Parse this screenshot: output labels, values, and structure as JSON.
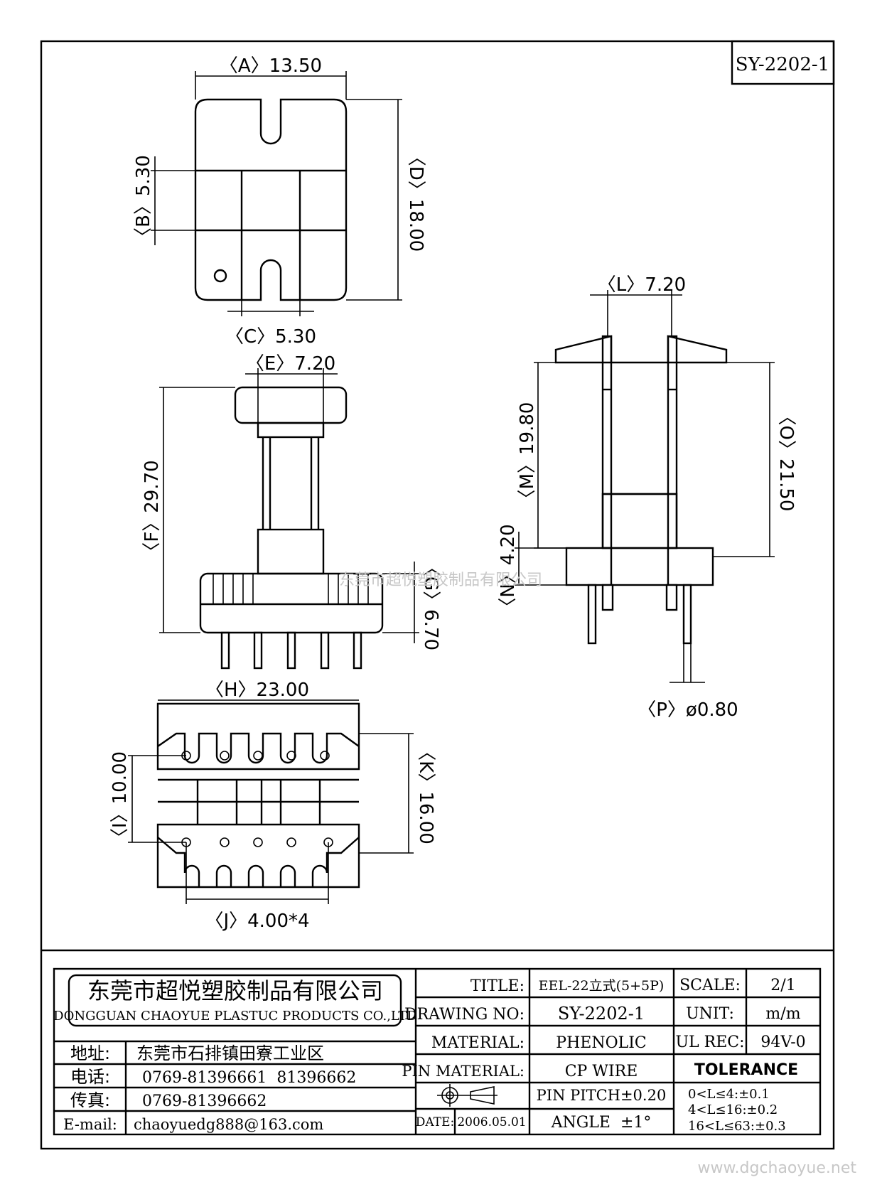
{
  "drawing_code": "SY-2202-1",
  "dimensions": {
    "A": "〈A〉13.50",
    "B": "〈B〉5.30",
    "C": "〈C〉5.30",
    "D": "〈D〉18.00",
    "E": "〈E〉7.20",
    "F": "〈F〉29.70",
    "G": "〈G〉6.70",
    "H": "〈H〉23.00",
    "I": "〈I〉10.00",
    "J": "〈J〉4.00*4",
    "K": "〈K〉16.00",
    "L": "〈L〉7.20",
    "M": "〈M〉19.80",
    "N": "〈N〉4.20",
    "O": "〈O〉21.50",
    "P": "〈P〉ø0.80"
  },
  "watermark_center": "东莞市超悦塑胶制品有限公司",
  "watermark_footer": "www.dgchaoyue.net",
  "company": {
    "name_cn": "东莞市超悦塑胶制品有限公司",
    "name_en": "DONGGUAN CHAOYUE PLASTUC PRODUCTS CO.,LTD",
    "address_label": "地址:",
    "address": "东莞市石排镇田寮工业区",
    "phone_label": "电话:",
    "phone": "0769-81396661  81396662",
    "fax_label": "传真:",
    "fax": "0769-81396662",
    "email_label": "E-mail:",
    "email": "chaoyuedg888@163.com"
  },
  "title_block": {
    "title_label": "TITLE:",
    "title": "EEL-22立式(5+5P)",
    "drawing_no_label": "DRAWING NO:",
    "drawing_no": "SY-2202-1",
    "material_label": "MATERIAL:",
    "material": "PHENOLIC",
    "pin_material_label": "PIN MATERIAL:",
    "pin_material": "CP WIRE",
    "date_label": "DATE:",
    "date": "2006.05.01",
    "pin_pitch": "PIN PITCH±0.20",
    "angle": "ANGLE  ±1°",
    "scale_label": "SCALE:",
    "scale": "2/1",
    "unit_label": "UNIT:",
    "unit": "m/m",
    "ul_label": "UL REC:",
    "ul": "94V-0",
    "tolerance_label": "TOLERANCE",
    "tolerance_1": "0<L≤4:±0.1",
    "tolerance_2": "4<L≤16:±0.2",
    "tolerance_3": "16<L≤63:±0.3"
  }
}
